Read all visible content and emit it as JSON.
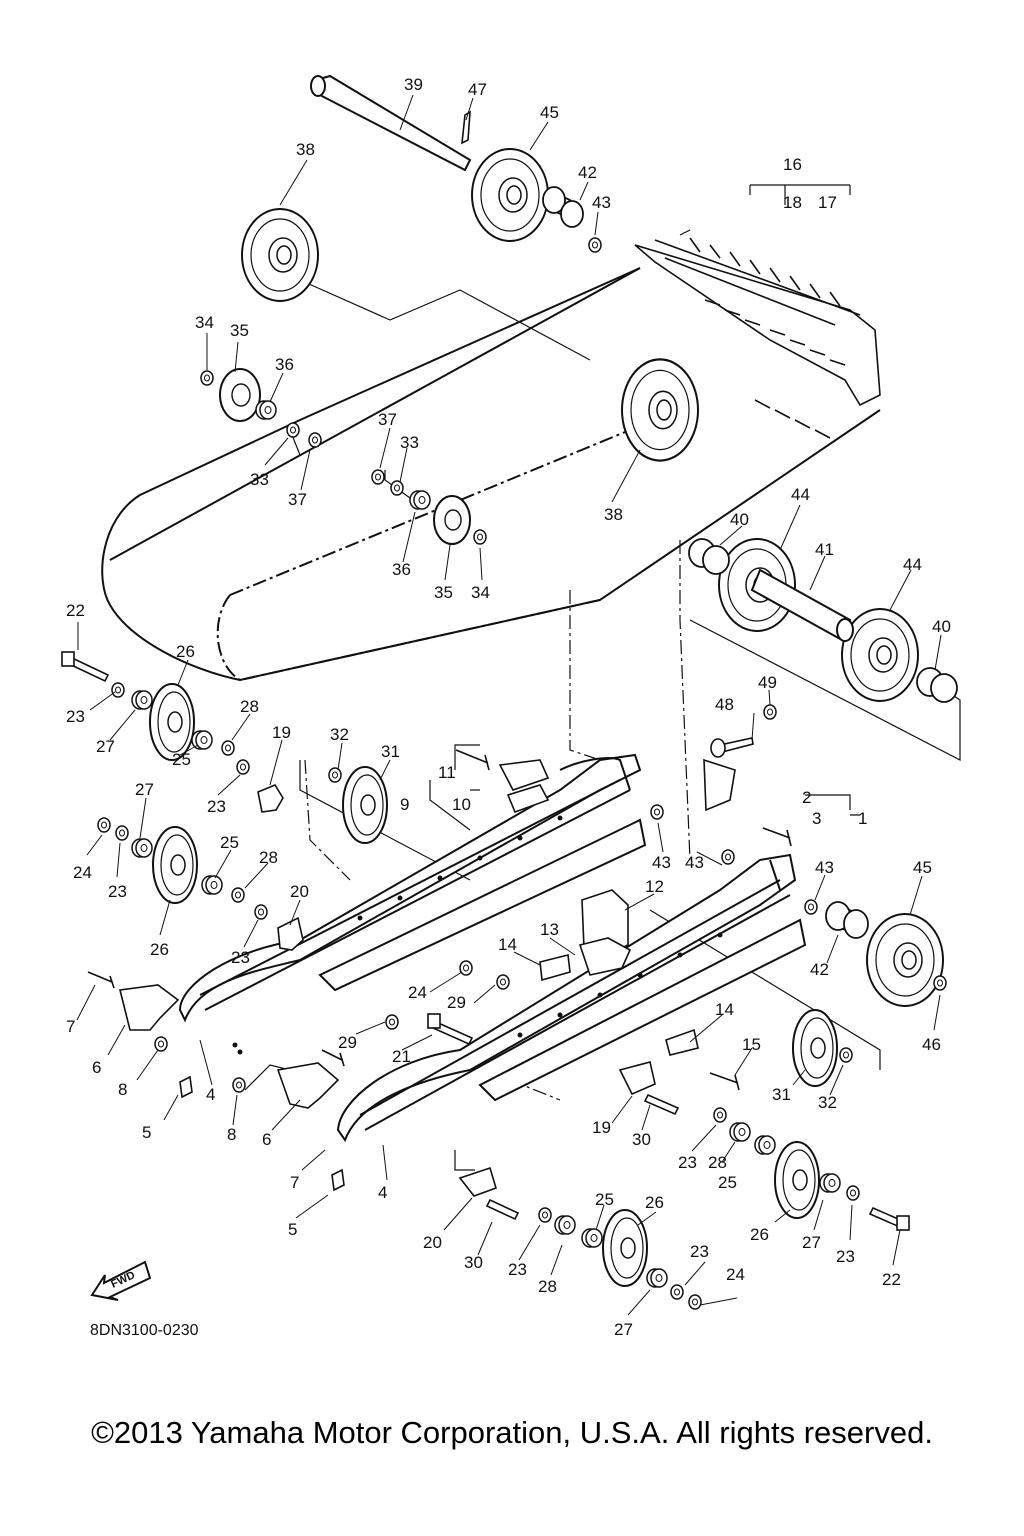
{
  "diagram": {
    "document_number": "8DN3100-0230",
    "fwd_label": "FWD",
    "callouts": [
      {
        "label": "39"
      },
      {
        "label": "47"
      },
      {
        "label": "45"
      },
      {
        "label": "38"
      },
      {
        "label": "42"
      },
      {
        "label": "43"
      },
      {
        "label": "16"
      },
      {
        "label": "18"
      },
      {
        "label": "17"
      },
      {
        "label": "34"
      },
      {
        "label": "35"
      },
      {
        "label": "36"
      },
      {
        "label": "33"
      },
      {
        "label": "37"
      },
      {
        "label": "37"
      },
      {
        "label": "33"
      },
      {
        "label": "38"
      },
      {
        "label": "36"
      },
      {
        "label": "35"
      },
      {
        "label": "34"
      },
      {
        "label": "40"
      },
      {
        "label": "44"
      },
      {
        "label": "41"
      },
      {
        "label": "44"
      },
      {
        "label": "40"
      },
      {
        "label": "22"
      },
      {
        "label": "26"
      },
      {
        "label": "23"
      },
      {
        "label": "27"
      },
      {
        "label": "28"
      },
      {
        "label": "25"
      },
      {
        "label": "19"
      },
      {
        "label": "23"
      },
      {
        "label": "32"
      },
      {
        "label": "31"
      },
      {
        "label": "11"
      },
      {
        "label": "9"
      },
      {
        "label": "10"
      },
      {
        "label": "48"
      },
      {
        "label": "49"
      },
      {
        "label": "2"
      },
      {
        "label": "3"
      },
      {
        "label": "1"
      },
      {
        "label": "27"
      },
      {
        "label": "24"
      },
      {
        "label": "23"
      },
      {
        "label": "25"
      },
      {
        "label": "28"
      },
      {
        "label": "26"
      },
      {
        "label": "20"
      },
      {
        "label": "23"
      },
      {
        "label": "43"
      },
      {
        "label": "43"
      },
      {
        "label": "43"
      },
      {
        "label": "45"
      },
      {
        "label": "12"
      },
      {
        "label": "13"
      },
      {
        "label": "14"
      },
      {
        "label": "24"
      },
      {
        "label": "42"
      },
      {
        "label": "46"
      },
      {
        "label": "7"
      },
      {
        "label": "29"
      },
      {
        "label": "29"
      },
      {
        "label": "6"
      },
      {
        "label": "21"
      },
      {
        "label": "14"
      },
      {
        "label": "15"
      },
      {
        "label": "8"
      },
      {
        "label": "4"
      },
      {
        "label": "5"
      },
      {
        "label": "8"
      },
      {
        "label": "6"
      },
      {
        "label": "31"
      },
      {
        "label": "32"
      },
      {
        "label": "19"
      },
      {
        "label": "30"
      },
      {
        "label": "23"
      },
      {
        "label": "28"
      },
      {
        "label": "25"
      },
      {
        "label": "7"
      },
      {
        "label": "4"
      },
      {
        "label": "5"
      },
      {
        "label": "25"
      },
      {
        "label": "26"
      },
      {
        "label": "20"
      },
      {
        "label": "30"
      },
      {
        "label": "23"
      },
      {
        "label": "28"
      },
      {
        "label": "26"
      },
      {
        "label": "27"
      },
      {
        "label": "23"
      },
      {
        "label": "22"
      },
      {
        "label": "23"
      },
      {
        "label": "24"
      },
      {
        "label": "27"
      }
    ]
  },
  "footer": {
    "copyright": "©2013 Yamaha Motor Corporation, U.S.A. All rights reserved."
  }
}
